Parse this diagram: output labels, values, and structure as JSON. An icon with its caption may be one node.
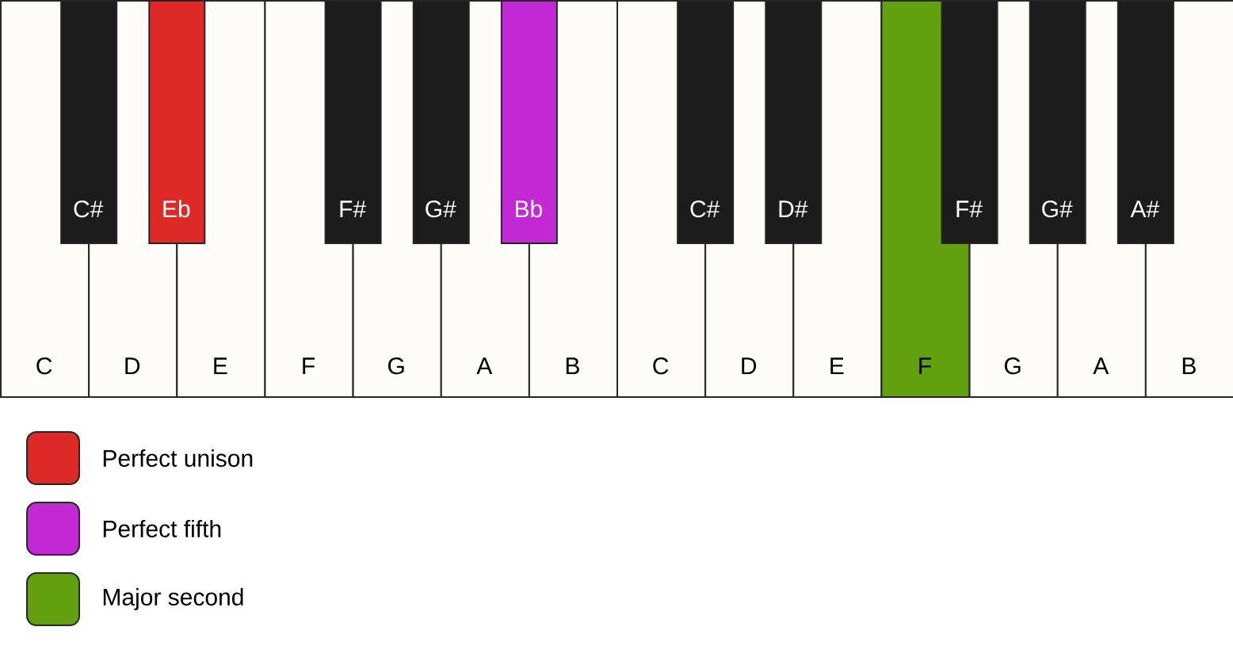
{
  "diagram": {
    "nodes": [
      {
        "text": [
          "C"
        ]
      },
      {
        "text": [
          "C#"
        ]
      },
      {
        "text": [
          "D"
        ]
      },
      {
        "text": [
          "Eb"
        ]
      },
      {
        "text": [
          "E"
        ]
      },
      {
        "text": [
          "F"
        ]
      },
      {
        "text": [
          "F#"
        ]
      },
      {
        "text": [
          "G"
        ]
      },
      {
        "text": [
          "G#"
        ]
      },
      {
        "text": [
          "A"
        ]
      },
      {
        "text": [
          "Bb"
        ]
      },
      {
        "text": [
          "B"
        ]
      },
      {
        "text": [
          "C"
        ]
      },
      {
        "text": [
          "C#"
        ]
      },
      {
        "text": [
          "D"
        ]
      },
      {
        "text": [
          "D#"
        ]
      },
      {
        "text": [
          "E"
        ]
      },
      {
        "text": [
          "F"
        ]
      },
      {
        "text": [
          "F#"
        ]
      },
      {
        "text": [
          "G"
        ]
      },
      {
        "text": [
          "G#"
        ]
      },
      {
        "text": [
          "A"
        ]
      },
      {
        "text": [
          "A#"
        ]
      },
      {
        "text": [
          "B"
        ]
      }
    ],
    "legend": [
      {
        "text": "Perfect unison",
        "color": "#de2a26"
      },
      {
        "text": "Perfect fifth",
        "color": "#c228d4"
      },
      {
        "text": "Major second",
        "color": "#62a010"
      }
    ]
  }
}
